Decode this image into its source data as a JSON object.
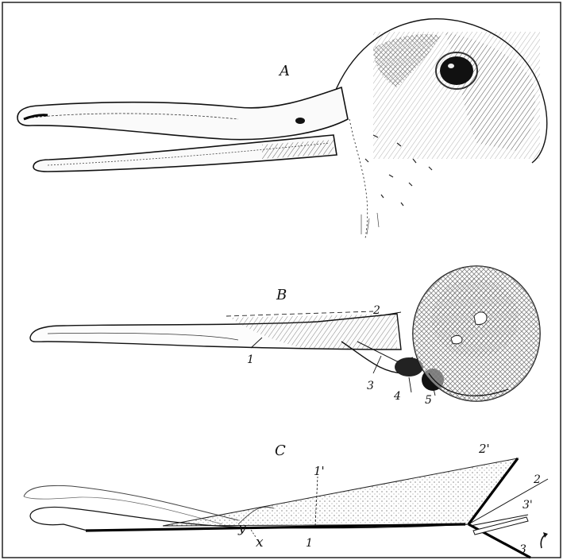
{
  "figure": {
    "panels": {
      "A": {
        "label": "A"
      },
      "B": {
        "label": "B",
        "callouts": [
          "1",
          "2",
          "3",
          "4",
          "5"
        ]
      },
      "C": {
        "label": "C",
        "callouts": [
          "1'",
          "2'",
          "2",
          "3'",
          "1",
          "3",
          "x",
          "y"
        ]
      }
    }
  }
}
